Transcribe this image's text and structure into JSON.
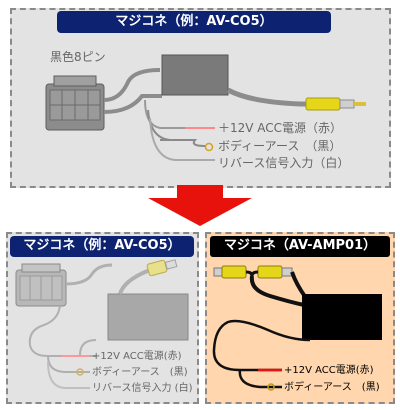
{
  "top": {
    "title": "マジコネ（例：AV-CO5）",
    "connector_label": "黒色8ピン",
    "wires": [
      "＋12V ACC電源（赤）",
      "ボディーアース　（黒）",
      "リバース信号入力（白）"
    ]
  },
  "bottom_left": {
    "title": "マジコネ（例：AV-CO5）",
    "wires": [
      "+12V ACC電源(赤)",
      "ボディーアース　(黒)",
      "リバース信号入力 (白)"
    ]
  },
  "bottom_right": {
    "title": "マジコネ（AV-AMP01）",
    "wires": [
      "+12V ACC電源(赤)",
      "ボディーアース　(黒)"
    ]
  },
  "colors": {
    "title_bg": "#0d2270",
    "arrow": "#e8120c",
    "right_panel_bg": "#ffd6ad",
    "rca_yellow": "#e5d61a"
  },
  "icons": [
    "connector-8pin-icon",
    "module-box-icon",
    "rca-plug-icon",
    "down-arrow-icon"
  ]
}
